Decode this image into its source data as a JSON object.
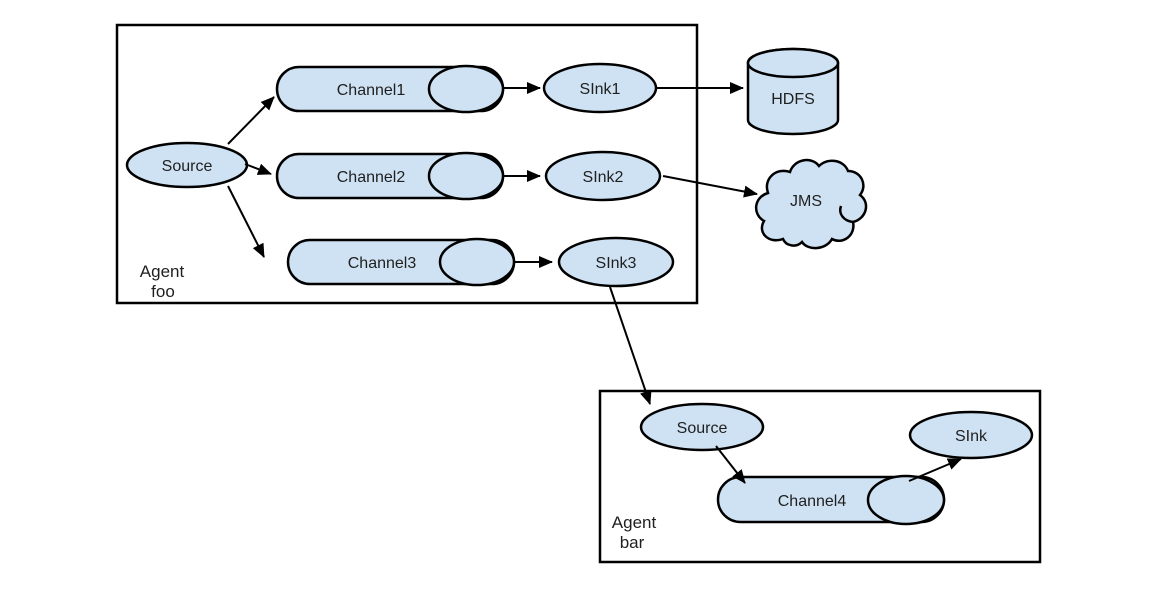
{
  "colors": {
    "node_fill": "#cfe2f3",
    "outline": "#000000",
    "background": "#ffffff"
  },
  "agent_foo": {
    "label_line1": "Agent",
    "label_line2": "foo",
    "source_label": "Source",
    "channel1_label": "Channel1",
    "channel2_label": "Channel2",
    "channel3_label": "Channel3",
    "sink1_label": "SInk1",
    "sink2_label": "SInk2",
    "sink3_label": "SInk3"
  },
  "agent_bar": {
    "label_line1": "Agent",
    "label_line2": "bar",
    "source_label": "Source",
    "channel4_label": "Channel4",
    "sink_label": "SInk"
  },
  "external_systems": {
    "hdfs_label": "HDFS",
    "jms_label": "JMS"
  },
  "edges": [
    {
      "from": "agent-foo-source",
      "to": "channel1"
    },
    {
      "from": "agent-foo-source",
      "to": "channel2"
    },
    {
      "from": "agent-foo-source",
      "to": "channel3"
    },
    {
      "from": "channel1",
      "to": "sink1"
    },
    {
      "from": "channel2",
      "to": "sink2"
    },
    {
      "from": "channel3",
      "to": "sink3"
    },
    {
      "from": "sink1",
      "to": "hdfs"
    },
    {
      "from": "sink2",
      "to": "jms"
    },
    {
      "from": "sink3",
      "to": "agent-bar-source"
    },
    {
      "from": "agent-bar-source",
      "to": "channel4"
    },
    {
      "from": "channel4",
      "to": "agent-bar-sink"
    }
  ]
}
